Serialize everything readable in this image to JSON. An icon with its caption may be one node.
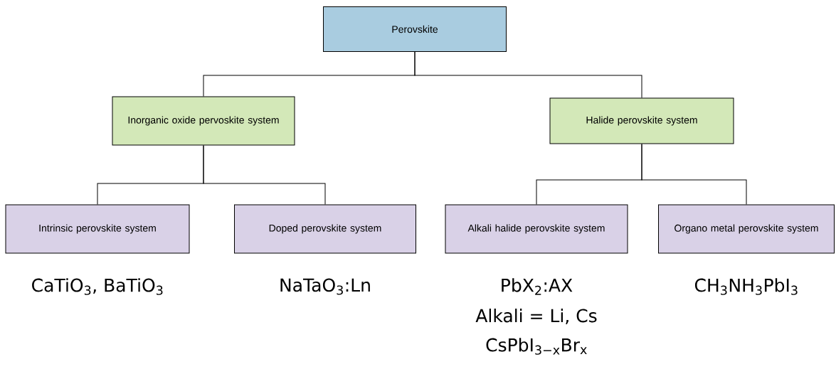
{
  "diagram": {
    "nodes": [
      {
        "text": [
          "Perovskite"
        ]
      },
      {
        "text": [
          "Inorganic oxide pervoskite system"
        ]
      },
      {
        "text": [
          "Halide perovskite system"
        ]
      },
      {
        "text": [
          "Intrinsic perovskite system"
        ],
        "beside": [
          "CaTiO$_{3}$, BaTiO$_{3}$"
        ]
      },
      {
        "text": [
          "Doped perovskite system"
        ],
        "beside": [
          "NaTaO$_{3}$:Ln"
        ]
      },
      {
        "text": [
          "Alkali halide perovskite system"
        ],
        "beside": [
          "PbX$_{2}$:AX",
          "Alkali = Li, Cs",
          "CsPbI$_{3−x}$Br$_{x}$"
        ]
      },
      {
        "text": [
          "Organo metal perovskite system"
        ],
        "beside": [
          "CH$_{3}$NH$_{3}$PbI$_{3}$"
        ]
      }
    ],
    "edges": [
      {
        "from": 0,
        "to": 1,
        "arrow": "none"
      },
      {
        "from": 0,
        "to": 2,
        "arrow": "none"
      },
      {
        "from": 1,
        "to": 3,
        "arrow": "none"
      },
      {
        "from": 1,
        "to": 4,
        "arrow": "none"
      },
      {
        "from": 2,
        "to": 5,
        "arrow": "none"
      },
      {
        "from": 2,
        "to": 6,
        "arrow": "none"
      }
    ]
  }
}
